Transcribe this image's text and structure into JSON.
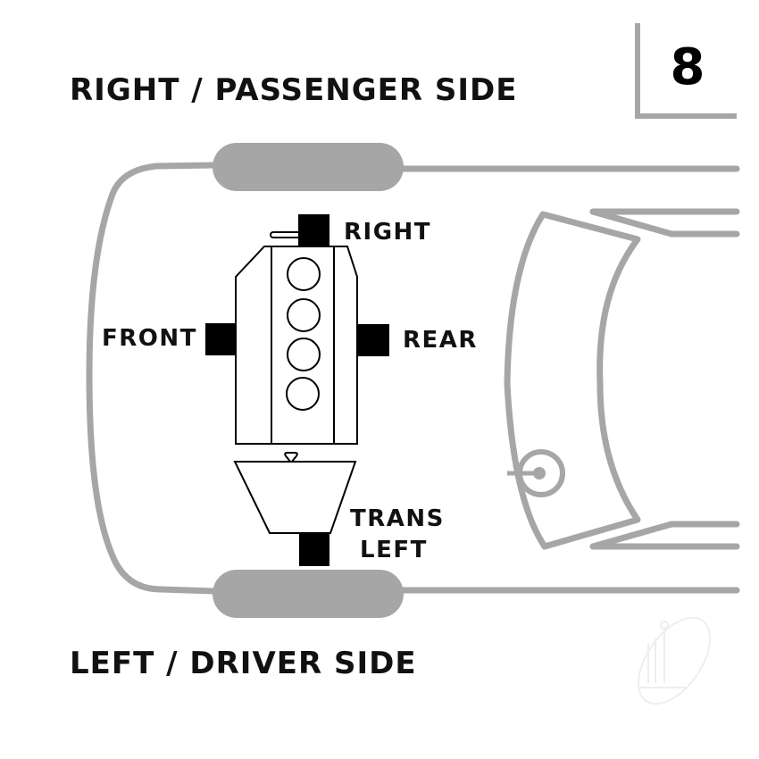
{
  "diagram": {
    "number": "8",
    "top_side_label": "RIGHT / PASSENGER SIDE",
    "bottom_side_label": "LEFT / DRIVER SIDE",
    "mounts": {
      "right": {
        "label": "RIGHT"
      },
      "front": {
        "label": "FRONT"
      },
      "rear": {
        "label": "REAR"
      },
      "trans_left": {
        "label_line1": "TRANS",
        "label_line2": "LEFT"
      }
    },
    "icons": {
      "engine": "engine-block-icon",
      "transmission": "transmission-icon",
      "mount": "mount-square-icon",
      "wheel": "wheel-icon",
      "steering_wheel": "steering-wheel-icon",
      "watermark": "watermark-logo-icon"
    },
    "colors": {
      "outline_gray": "#a6a6a6",
      "mount_black": "#000000",
      "text": "#111111",
      "background": "#ffffff"
    }
  }
}
